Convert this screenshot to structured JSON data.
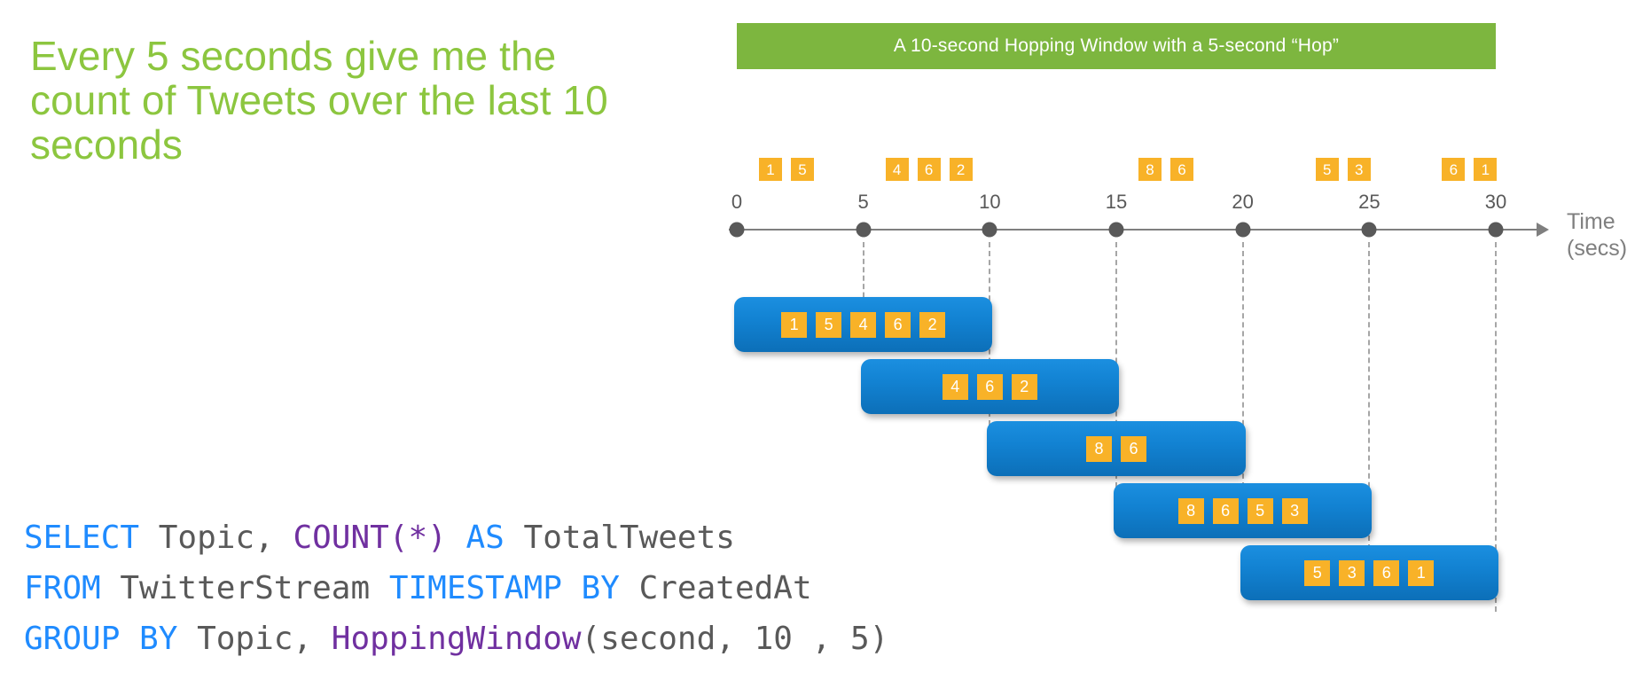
{
  "headline": "Every 5 seconds give me the count of Tweets over the last 10 seconds",
  "banner": {
    "label": "A 10-second Hopping Window with a 5-second “Hop”",
    "color": "#7DB63F"
  },
  "timeline": {
    "caption": "Time\n(secs)",
    "tick_labels": [
      "0",
      "5",
      "10",
      "15",
      "20",
      "25",
      "30"
    ],
    "tick_values": [
      0,
      5,
      10,
      15,
      20,
      25,
      30
    ],
    "axis_color": "#7F7F7F",
    "dot_color": "#595959"
  },
  "events": [
    {
      "t": 0,
      "values": [
        "1",
        "5"
      ]
    },
    {
      "t": 5,
      "values": [
        "4",
        "6",
        "2"
      ]
    },
    {
      "t": 15,
      "values": [
        "8",
        "6"
      ]
    },
    {
      "t": 22,
      "values": [
        "5",
        "3"
      ]
    },
    {
      "t": 27,
      "values": [
        "6",
        "1"
      ]
    }
  ],
  "windows": [
    {
      "label": "window-0-10",
      "start": 0,
      "end": 10,
      "values": [
        "1",
        "5",
        "4",
        "6",
        "2"
      ]
    },
    {
      "label": "window-5-15",
      "start": 5,
      "end": 15,
      "values": [
        "4",
        "6",
        "2"
      ]
    },
    {
      "label": "window-10-20",
      "start": 10,
      "end": 20,
      "values": [
        "8",
        "6"
      ]
    },
    {
      "label": "window-15-25",
      "start": 15,
      "end": 25,
      "values": [
        "8",
        "6",
        "5",
        "3"
      ]
    },
    {
      "label": "window-20-30",
      "start": 20,
      "end": 30,
      "values": [
        "5",
        "3",
        "6",
        "1"
      ]
    }
  ],
  "colors": {
    "chip": "#F8B228",
    "window": "#1282D2",
    "headline": "#8CC63F",
    "keyword": "#1F8BFF",
    "function": "#7030A0",
    "identifier": "#595959"
  },
  "sql": {
    "line1": {
      "select": "SELECT",
      "topic": " Topic, ",
      "count": "COUNT(*)",
      "as": " AS ",
      "alias": "TotalTweets"
    },
    "line2": {
      "from": "FROM",
      "stream": " TwitterStream ",
      "timestamp_by": "TIMESTAMP BY",
      "column": " CreatedAt"
    },
    "line3": {
      "group_by": "GROUP BY",
      "topic": " Topic, ",
      "fn": "HoppingWindow",
      "args": "(second, 10 , 5)"
    }
  },
  "chart_data": {
    "type": "diagram",
    "title": "A 10-second Hopping Window with a 5-second “Hop”",
    "xlabel": "Time (secs)",
    "xlim": [
      0,
      30
    ],
    "xticks": [
      0,
      5,
      10,
      15,
      20,
      25,
      30
    ],
    "event_groups": [
      {
        "arrival_time": 0,
        "tweets": [
          1,
          5
        ]
      },
      {
        "arrival_time": 5,
        "tweets": [
          4,
          6,
          2
        ]
      },
      {
        "arrival_time": 15,
        "tweets": [
          8,
          6
        ]
      },
      {
        "arrival_time": 22,
        "tweets": [
          5,
          3
        ]
      },
      {
        "arrival_time": 27,
        "tweets": [
          6,
          1
        ]
      }
    ],
    "windows": [
      {
        "start": 0,
        "end": 10,
        "tweets": [
          1,
          5,
          4,
          6,
          2
        ],
        "count": 5
      },
      {
        "start": 5,
        "end": 15,
        "tweets": [
          4,
          6,
          2
        ],
        "count": 3
      },
      {
        "start": 10,
        "end": 20,
        "tweets": [
          8,
          6
        ],
        "count": 2
      },
      {
        "start": 15,
        "end": 25,
        "tweets": [
          8,
          6,
          5,
          3
        ],
        "count": 4
      },
      {
        "start": 20,
        "end": 30,
        "tweets": [
          5,
          3,
          6,
          1
        ],
        "count": 4
      }
    ]
  }
}
